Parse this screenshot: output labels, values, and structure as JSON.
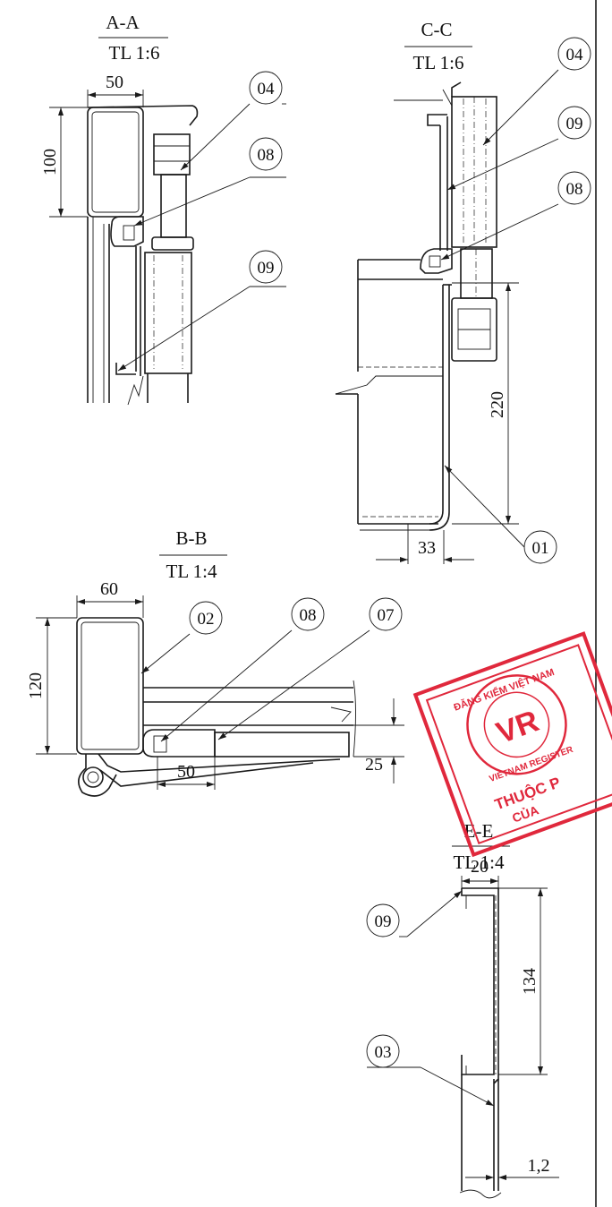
{
  "views": {
    "aa": {
      "title": "A-A",
      "scale": "TL 1:6",
      "dims": {
        "width": "50",
        "height": "100"
      },
      "callouts": [
        "04",
        "08",
        "09"
      ]
    },
    "cc": {
      "title": "C-C",
      "scale": "TL 1:6",
      "dims": {
        "height": "220",
        "width": "33"
      },
      "callouts": [
        "04",
        "09",
        "08",
        "01"
      ]
    },
    "bb": {
      "title": "B-B",
      "scale": "TL 1:4",
      "dims": {
        "width_top": "60",
        "height": "120",
        "width_bottom": "50",
        "offset": "25"
      },
      "callouts": [
        "02",
        "08",
        "07"
      ]
    },
    "ee": {
      "title": "E-E",
      "scale": "TL 1:4",
      "dims": {
        "width": "20",
        "height": "134",
        "thickness": "1,2"
      },
      "callouts": [
        "09",
        "03"
      ]
    }
  },
  "stamp": {
    "top_text": "ĐĂNG KIỂM VIỆT NAM",
    "side_text": "VIETNAM REGISTER",
    "line1": "THUỘC P",
    "line2": "CỦA",
    "logo": "VR"
  },
  "colors": {
    "ink": "#1a1a1a",
    "stamp": "#e0283c",
    "paper": "#ffffff"
  }
}
